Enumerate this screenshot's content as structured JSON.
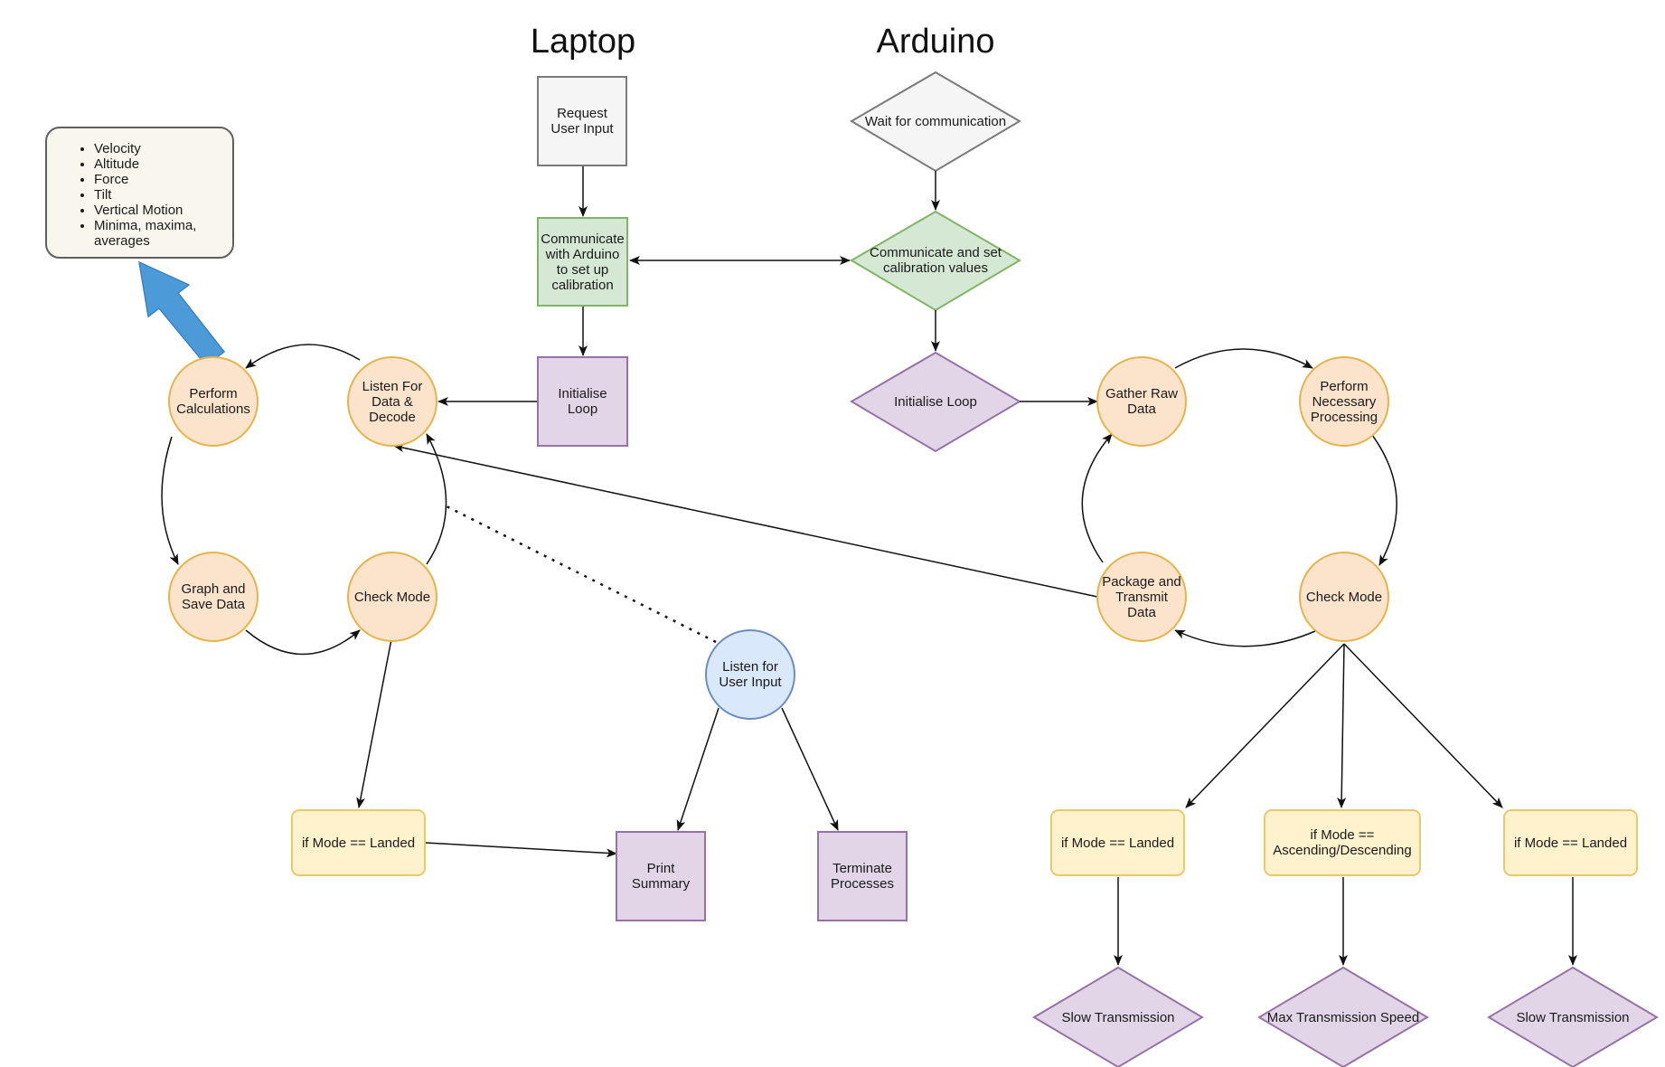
{
  "headings": {
    "laptop": "Laptop",
    "arduino": "Arduino"
  },
  "note": {
    "items": [
      "Velocity",
      "Altitude",
      "Force",
      "Tilt",
      "Vertical Motion",
      "Minima, maxima, averages"
    ]
  },
  "laptop": {
    "request_user_input": "Request User Input",
    "communicate_calibration": "Communicate with Arduino to set up calibration",
    "initialise_loop": "Initialise Loop",
    "listen_for_data": "Listen For Data & Decode",
    "perform_calculations": "Perform Calculations",
    "graph_and_save": "Graph and Save Data",
    "check_mode": "Check Mode",
    "if_landed": "if Mode == Landed",
    "listen_user_input": "Listen for User Input",
    "print_summary": "Print Summary",
    "terminate": "Terminate Processes"
  },
  "arduino": {
    "wait_for_communication": "Wait for communication",
    "communicate_set_calibration": "Communicate and set calibration values",
    "initialise_loop": "Initialise Loop",
    "gather_raw_data": "Gather Raw Data",
    "perform_processing": "Perform Necessary Processing",
    "check_mode": "Check Mode",
    "package_transmit": "Package and Transmit Data",
    "if_landed_left": "if Mode == Landed",
    "if_ascending": "if Mode == Ascending/Descending",
    "if_landed_right": "if Mode == Landed",
    "slow_transmission_left": "Slow Transmission",
    "max_transmission": "Max Transmission Speed",
    "slow_transmission_right": "Slow Transmission"
  },
  "colors": {
    "process_fill": "#fbe3cc",
    "process_border": "#e5b44d",
    "condition_fill": "#fff2cc",
    "condition_border": "#e8c96b",
    "loop_fill": "#e1d5e7",
    "loop_border": "#9673a6",
    "setup_fill": "#d5e8d4",
    "setup_border": "#82b366",
    "input_fill": "#f5f5f5",
    "input_border": "#7a7a7a",
    "listener_fill": "#dae8fc",
    "listener_border": "#6c8ebf",
    "highlight_arrow": "#4d9ad9"
  }
}
